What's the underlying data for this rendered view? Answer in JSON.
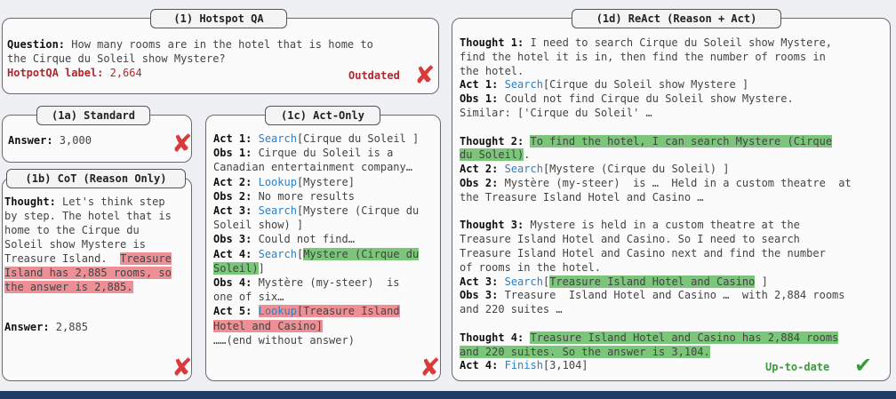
{
  "panel1": {
    "title": "(1) Hotspot QA",
    "question_label": "Question:",
    "question_text_l1": " How many rooms are in the hotel that is home to",
    "question_text_l2": "the Cirque du Soleil show Mystere?",
    "label_key": "HotpotQA label:",
    "label_value": " 2,664",
    "status": "Outdated"
  },
  "panel1a": {
    "title": "(1a) Standard",
    "answer_label": "Answer:",
    "answer_value": " 3,000"
  },
  "panel1b": {
    "title": "(1b) CoT (Reason Only)",
    "thought_label": "Thought:",
    "l1": " Let's think step",
    "l2": "by step. The hotel that is",
    "l3": "home to the Cirque du",
    "l4": "Soleil show Mystere is",
    "l5a": "Treasure Island.",
    "l5b": "Treasure",
    "l6": "Island has 2,885 rooms, so",
    "l7": "the answer is 2,885.",
    "answer_label": "Answer:",
    "answer_value": " 2,885"
  },
  "panel1c": {
    "title": "(1c) Act-Only",
    "act1_k": "Act 1:",
    "act1_tool": "Search",
    "act1_arg": "[Cirque du Soleil ]",
    "obs1_k": "Obs 1:",
    "obs1_l1": " Cirque du Soleil is a",
    "obs1_l2": "Canadian entertainment company…",
    "act2_k": "Act 2:",
    "act2_tool": "Lookup",
    "act2_arg": "[Mystere]",
    "obs2_k": "Obs 2:",
    "obs2_text": " No more results",
    "act3_k": "Act 3:",
    "act3_tool": "Search",
    "act3_arg_l1": "[Mystere (Cirque du",
    "act3_arg_l2": "Soleil show) ]",
    "obs3_k": "Obs 3:",
    "obs3_text": " Could not find…",
    "act4_k": "Act 4:",
    "act4_tool": "Search",
    "act4_b1": "[",
    "act4_arg_l1": "Mystere (Cirque du",
    "act4_arg_l2": "Soleil)",
    "act4_b2": "]",
    "obs4_k": "Obs 4:",
    "obs4_l1": " Mystère (my-steer)  is",
    "obs4_l2": "one of six…",
    "act5_k": "Act 5:",
    "act5_tool": "Lookup",
    "act5_arg_l1": "[Treasure Island",
    "act5_arg_l2": "Hotel and Casino]",
    "end": "……(end without answer)"
  },
  "panel1d": {
    "title": "(1d) ReAct (Reason + Act)",
    "t1_k": "Thought 1:",
    "t1_l1": " I need to search Cirque du Soleil show Mystere,",
    "t1_l2": "find the hotel it is in, then find the number of rooms in",
    "t1_l3": "the hotel.",
    "a1_k": "Act 1:",
    "a1_tool": "Search",
    "a1_arg": "[Cirque du Soleil show Mystere ]",
    "o1_k": "Obs 1:",
    "o1_l1": " Could not find Cirque du Soleil show Mystere.",
    "o1_l2": "Similar: ['Cirque du Soleil' …",
    "t2_k": "Thought 2:",
    "t2_l1": "To find the hotel, I can search Mystere (Cirque",
    "t2_l2": "du Soleil)",
    "a2_k": "Act 2:",
    "a2_tool": "Search",
    "a2_arg": "[Mystere (Cirque du Soleil) ]",
    "o2_k": "Obs 2:",
    "o2_l1": " Mystère (my-steer)  is …  Held in a custom theatre  at",
    "o2_l2": "the Treasure Island Hotel and Casino …",
    "t3_k": "Thought 3:",
    "t3_l1": " Mystere is held in a custom theatre at the",
    "t3_l2": "Treasure Island Hotel and Casino. So I need to search",
    "t3_l3": "Treasure Island Hotel and Casino next and find the number",
    "t3_l4": "of rooms in the hotel.",
    "a3_k": "Act 3:",
    "a3_tool": "Search",
    "a3_b1": "[",
    "a3_arg": "Treasure Island Hotel and Casino",
    "a3_b2": " ]",
    "o3_k": "Obs 3:",
    "o3_l1": " Treasure  Island Hotel and Casino …  with 2,884 rooms",
    "o3_l2": "and 220 suites …",
    "t4_k": "Thought 4:",
    "t4_l1": "Treasure Island Hotel and Casino has 2,884 rooms",
    "t4_l2": "and 220 suites. So the answer is 3,104.",
    "a4_k": "Act 4:",
    "a4_tool": "Finish",
    "a4_arg": "[3,104]",
    "status": "Up-to-date"
  },
  "icons": {
    "wrong": "cross-mark-icon",
    "right": "check-mark-icon"
  },
  "colors": {
    "highlight_green": "#7bc67b",
    "highlight_red": "#ee8f96",
    "tool_blue": "#2d7fc2",
    "label_red": "#b3262b",
    "cross_red": "#d93b3b",
    "check_green": "#3c9a3c"
  },
  "symbols": {
    "cross": "✘",
    "check": "✔"
  }
}
